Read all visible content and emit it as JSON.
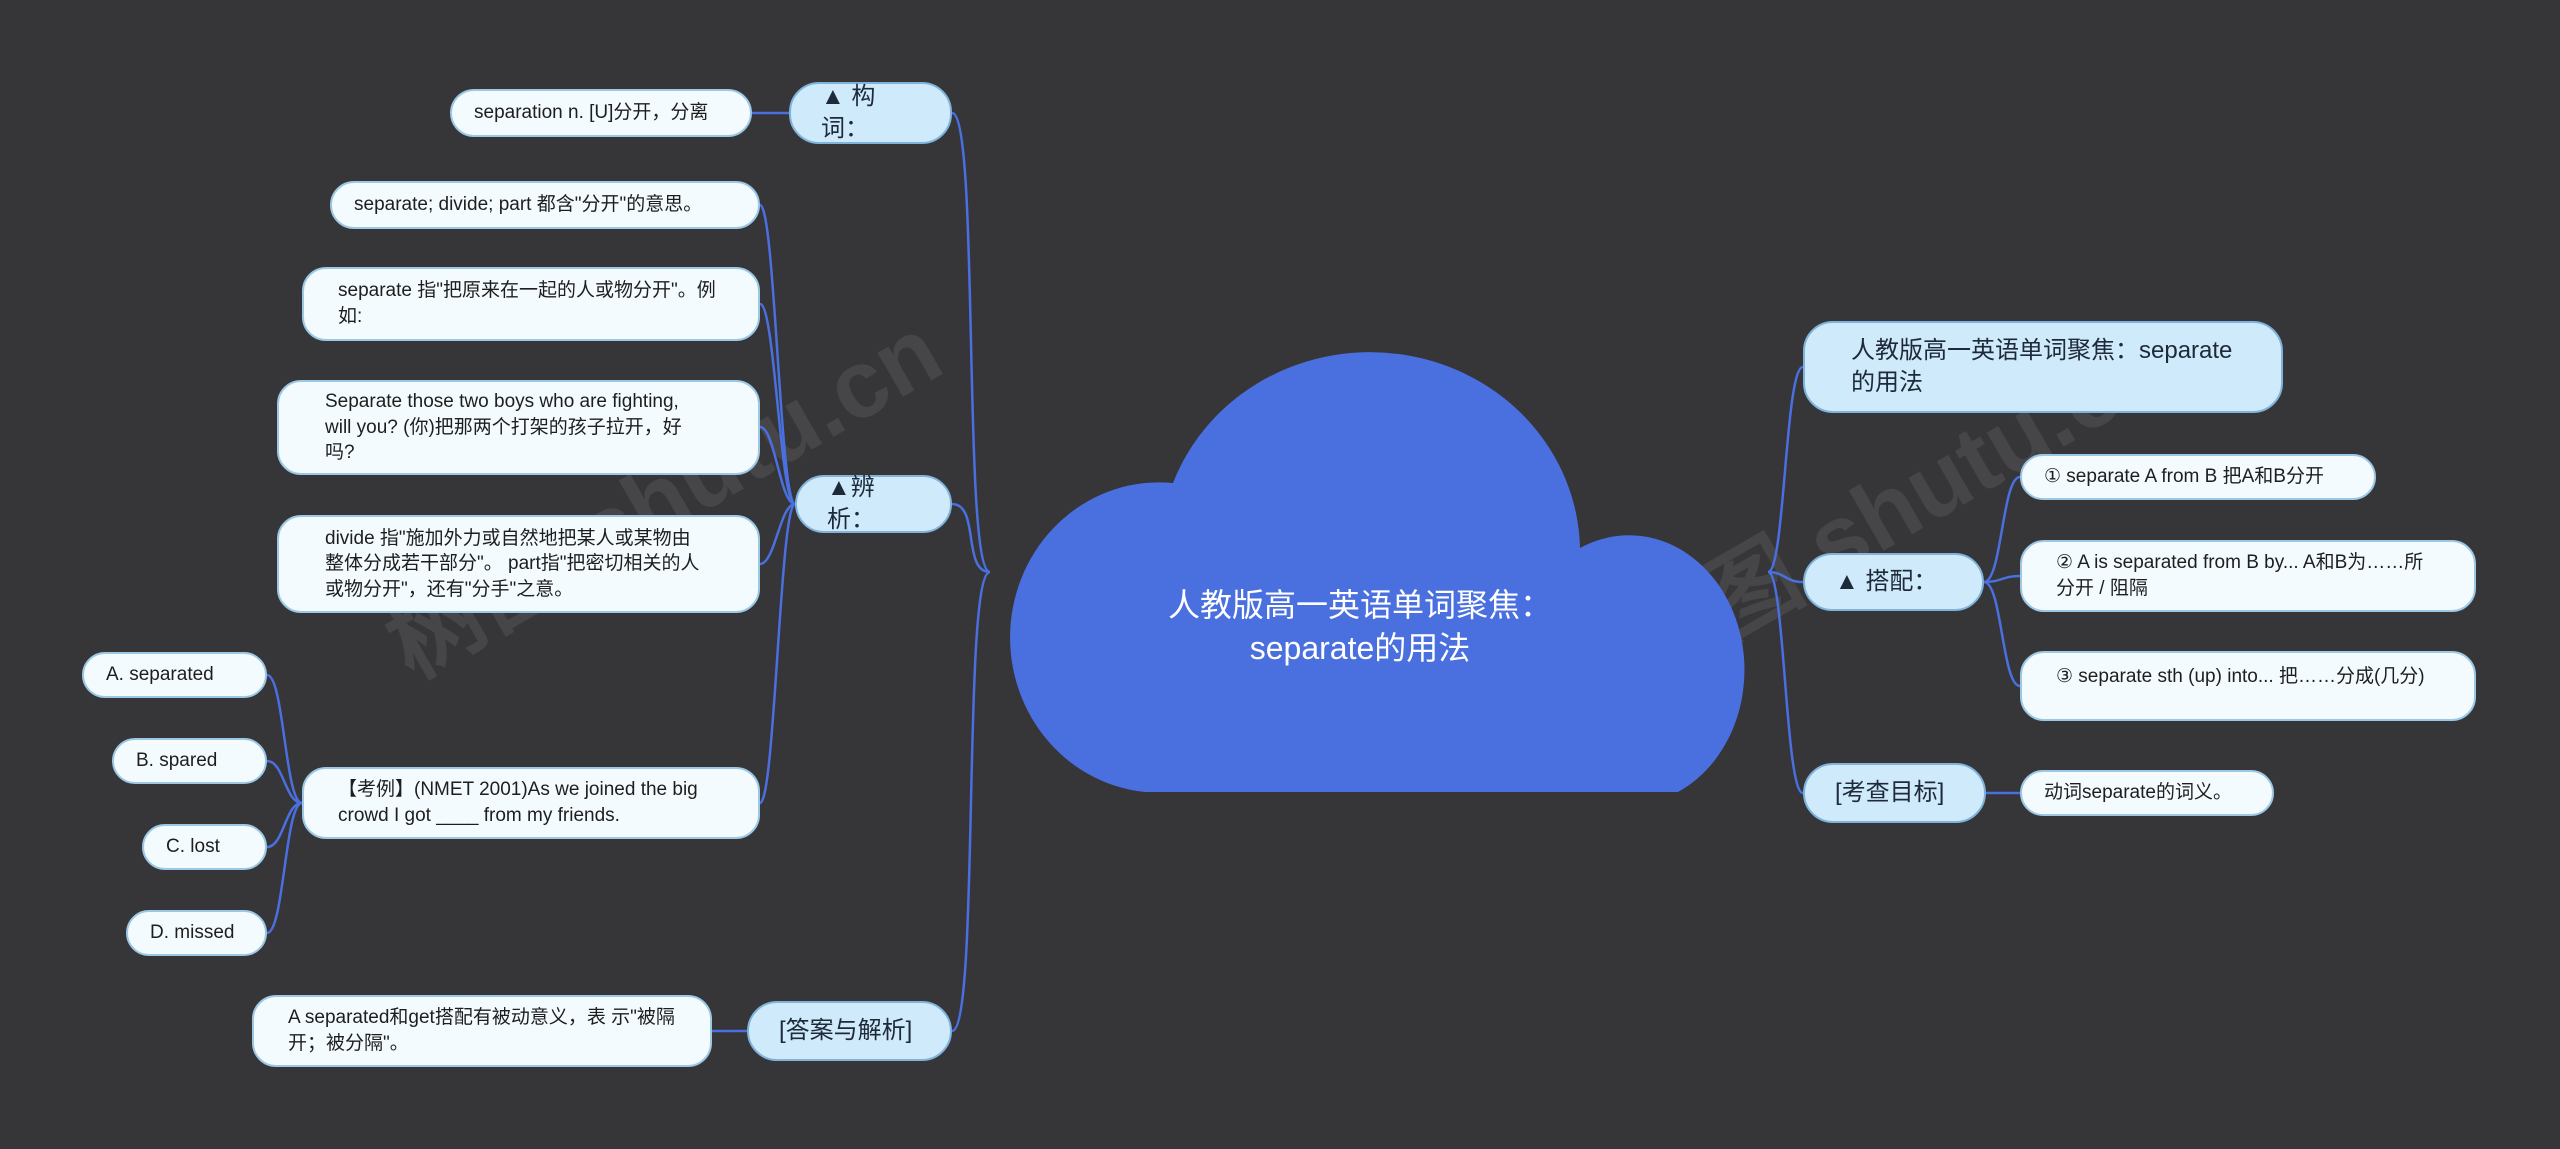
{
  "center": {
    "title": "人教版高一英语单词聚焦：separate的用法"
  },
  "left": {
    "gouci": {
      "label": "▲ 构词：",
      "items": [
        "separation n. [U]分开，分离"
      ]
    },
    "bianxi": {
      "label": "▲辨析：",
      "items": [
        "separate; divide; part 都含\"分开\"的意思。",
        "separate 指\"把原来在一起的人或物分开\"。例如:",
        " Separate those two boys who are fighting, will you? (你)把那两个打架的孩子拉开，好吗?",
        "divide 指\"施加外力或自然地把某人或某物由整体分成若干部分\"。 part指\"把密切相关的人或物分开\"，还有\"分手\"之意。"
      ],
      "example": {
        "text": "【考例】(NMET 2001)As we joined the big crowd I got ____ from my friends.",
        "options": [
          "A. separated",
          "B. spared",
          "C. lost",
          "D. missed"
        ]
      }
    },
    "answer": {
      "label": "[答案与解析]",
      "items": [
        "A  separated和get搭配有被动意义，表 示\"被隔开；被分隔\"。"
      ]
    }
  },
  "right": {
    "title_node": "人教版高一英语单词聚焦：separate的用法",
    "dapei": {
      "label": "▲ 搭配：",
      "items": [
        "① separate A from B 把A和B分开",
        "② A is separated from B by... A和B为……所分开 / 阻隔",
        "③ separate sth (up) into... 把……分成(几分)"
      ]
    },
    "goal": {
      "label": "[考查目标]",
      "items": [
        "动词separate的词义。"
      ]
    }
  },
  "watermark": "树图 shutu.cn",
  "colors": {
    "background": "#363538",
    "cloud": "#4a6fdf",
    "connector": "#4a6fdf",
    "topic_fill": "#cfeafa",
    "leaf_fill": "#f3fbfe"
  }
}
